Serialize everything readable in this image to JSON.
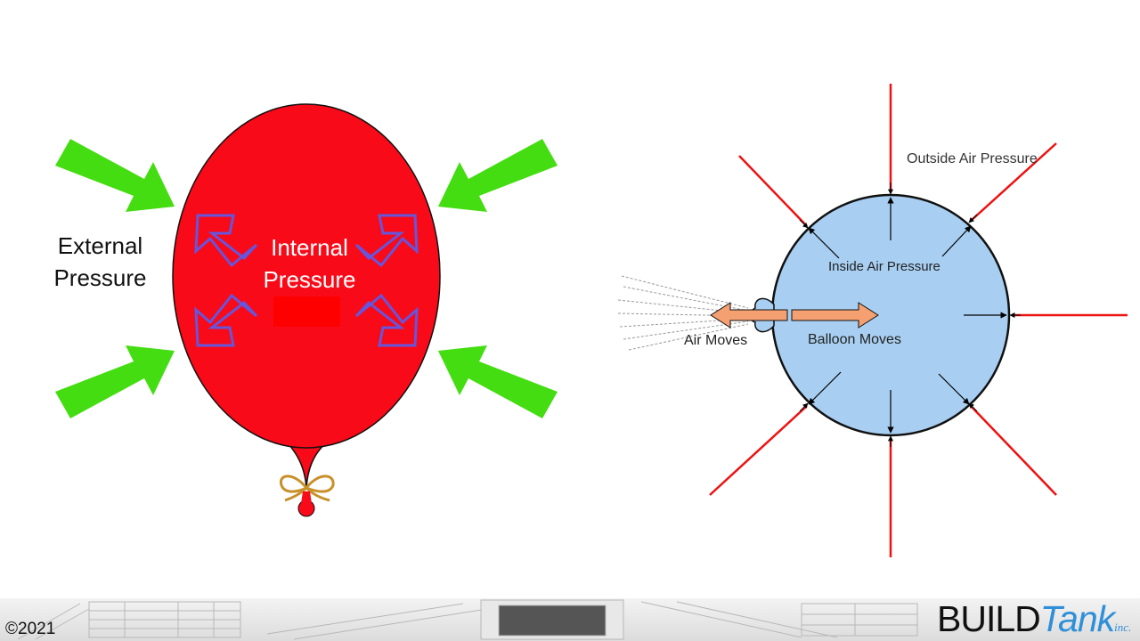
{
  "left_diagram": {
    "external_label_line1": "External",
    "external_label_line2": "Pressure",
    "internal_label_line1": "Internal",
    "internal_label_line2": "Pressure",
    "colors": {
      "balloon": "#f80a18",
      "external_arrows": "#44dd11",
      "internal_arrows": "#6655dd",
      "knot": "#c8902a"
    }
  },
  "right_diagram": {
    "outside_label": "Outside Air Pressure",
    "inside_label": "Inside Air Pressure",
    "air_moves_label": "Air Moves",
    "balloon_moves_label": "Balloon Moves",
    "colors": {
      "balloon": "#a8cff2",
      "outside_arrows": "#ee1111",
      "motion_arrows": "#f4a071"
    }
  },
  "footer": {
    "copyright": "©2021",
    "logo_build": "BUILD",
    "logo_tank": "Tank",
    "logo_inc": "inc."
  }
}
